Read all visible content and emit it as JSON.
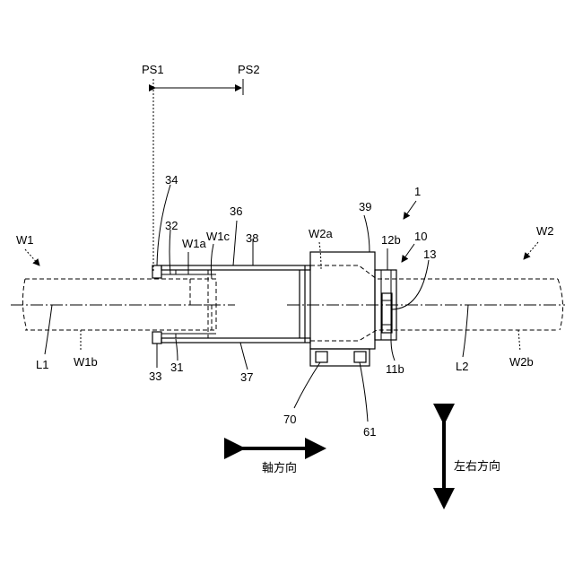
{
  "labels": {
    "ps1": "PS1",
    "ps2": "PS2",
    "n34": "34",
    "n32": "32",
    "w1a": "W1a",
    "w1c": "W1c",
    "n36": "36",
    "n38": "38",
    "w2a": "W2a",
    "n39": "39",
    "n1": "1",
    "n12b": "12b",
    "n10": "10",
    "n13": "13",
    "w1": "W1",
    "w2": "W2",
    "l1": "L1",
    "w1b": "W1b",
    "n33": "33",
    "n31": "31",
    "n37": "37",
    "n11b": "11b",
    "l2": "L2",
    "w2b": "W2b",
    "n70": "70",
    "n61": "61",
    "axial_direction": "軸方向",
    "lateral_direction": "左右方向"
  }
}
